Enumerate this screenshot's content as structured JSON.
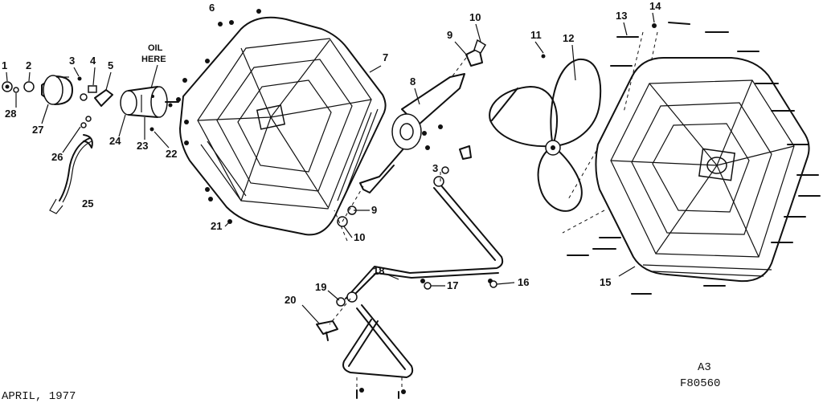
{
  "oil_note": [
    "OIL",
    "HERE"
  ],
  "footer": {
    "date": "APRIL, 1977",
    "sheet": "A3",
    "code": "F80560"
  },
  "callouts": [
    "1",
    "2",
    "3",
    "4",
    "5",
    "6",
    "7",
    "8",
    "9",
    "10",
    "11",
    "12",
    "13",
    "14",
    "15",
    "16",
    "17",
    "18",
    "19",
    "20",
    "21",
    "22",
    "23",
    "24",
    "25",
    "26",
    "27",
    "28",
    "3",
    "9",
    "10"
  ]
}
